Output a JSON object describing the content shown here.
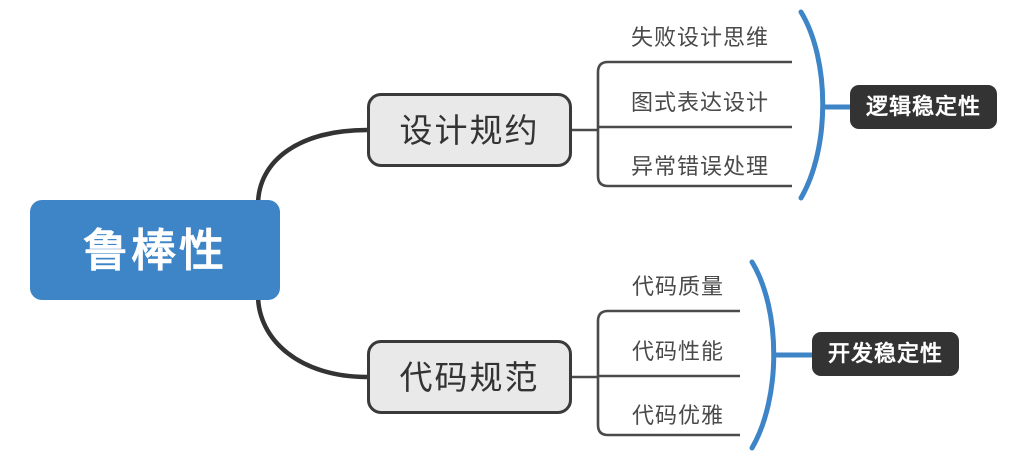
{
  "diagram": {
    "type": "mind-map",
    "title": "鲁棒性",
    "root": {
      "label": "鲁棒性",
      "color": "#3d85c6",
      "text_color": "#ffffff"
    },
    "branches": [
      {
        "id": "design",
        "label": "设计规约",
        "color": "#e9e9e9",
        "border_color": "#3a3a3a",
        "leaves": [
          "失败设计思维",
          "图式表达设计",
          "异常错误处理"
        ],
        "badge": "逻辑稳定性",
        "brace_color": "#3d85c6"
      },
      {
        "id": "code",
        "label": "代码规范",
        "color": "#e9e9e9",
        "border_color": "#3a3a3a",
        "leaves": [
          "代码质量",
          "代码性能",
          "代码优雅"
        ],
        "badge": "开发稳定性",
        "brace_color": "#3d85c6"
      }
    ],
    "badge_style": {
      "background": "#333333",
      "text_color": "#ffffff"
    },
    "connector_color": "#333333",
    "leaf_text_color": "#4a4a4a"
  }
}
